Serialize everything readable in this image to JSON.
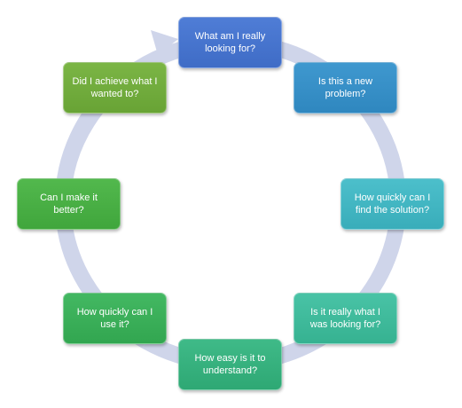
{
  "diagram": {
    "type": "cycle",
    "colors": {
      "ring": "#cfd5ea",
      "nodes": [
        "#4575d0",
        "#3690c8",
        "#42b6c3",
        "#3fbb9c",
        "#36b17e",
        "#3aaf59",
        "#49b045",
        "#72ac3d"
      ]
    },
    "nodes": [
      {
        "label": "What am I really\nlooking for?"
      },
      {
        "label": "Is this a new\nproblem?"
      },
      {
        "label": "How quickly can I\nfind the solution?"
      },
      {
        "label": "Is it really what I\nwas looking for?"
      },
      {
        "label": "How easy is it to\nunderstand?"
      },
      {
        "label": "How quickly can I\nuse it?"
      },
      {
        "label": "Can I make it\nbetter?"
      },
      {
        "label": "Did I achieve what I\nwanted to?"
      }
    ]
  }
}
